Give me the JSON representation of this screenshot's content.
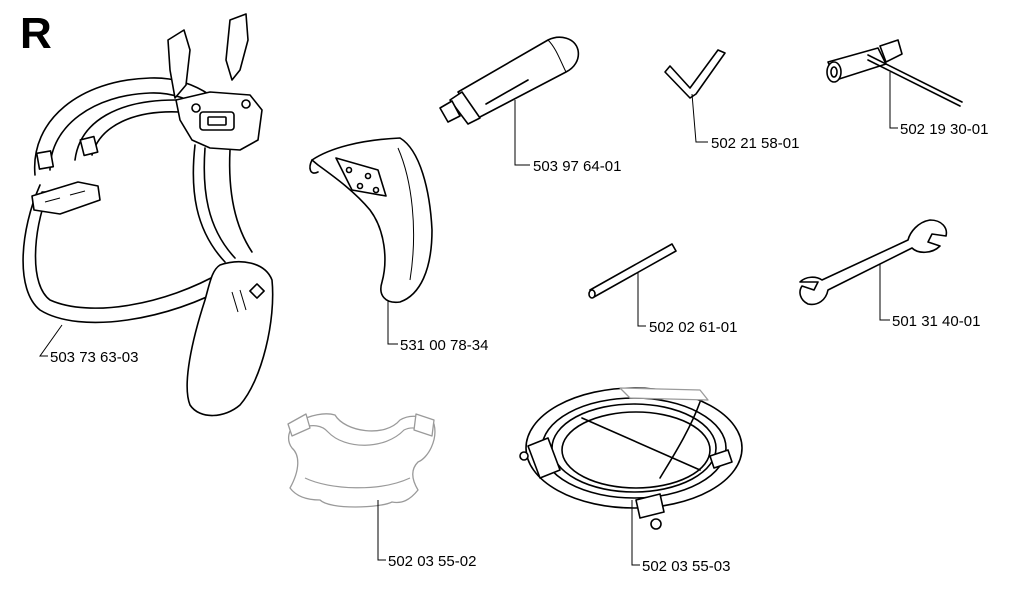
{
  "section_letter": "R",
  "parts": [
    {
      "id": "harness",
      "number": "503 73 63-03"
    },
    {
      "id": "hip-guard",
      "number": "531 00 78-34"
    },
    {
      "id": "grease-tube",
      "number": "503 97 64-01"
    },
    {
      "id": "hex-key",
      "number": "502 21 58-01"
    },
    {
      "id": "combination-spanner",
      "number": "502 19 30-01"
    },
    {
      "id": "locking-pin",
      "number": "502 02 61-01"
    },
    {
      "id": "open-end-wrench",
      "number": "501 31 40-01"
    },
    {
      "id": "harness-plate",
      "number": "502 03 55-02"
    },
    {
      "id": "blade-guard-ring",
      "number": "502 03 55-03"
    }
  ]
}
